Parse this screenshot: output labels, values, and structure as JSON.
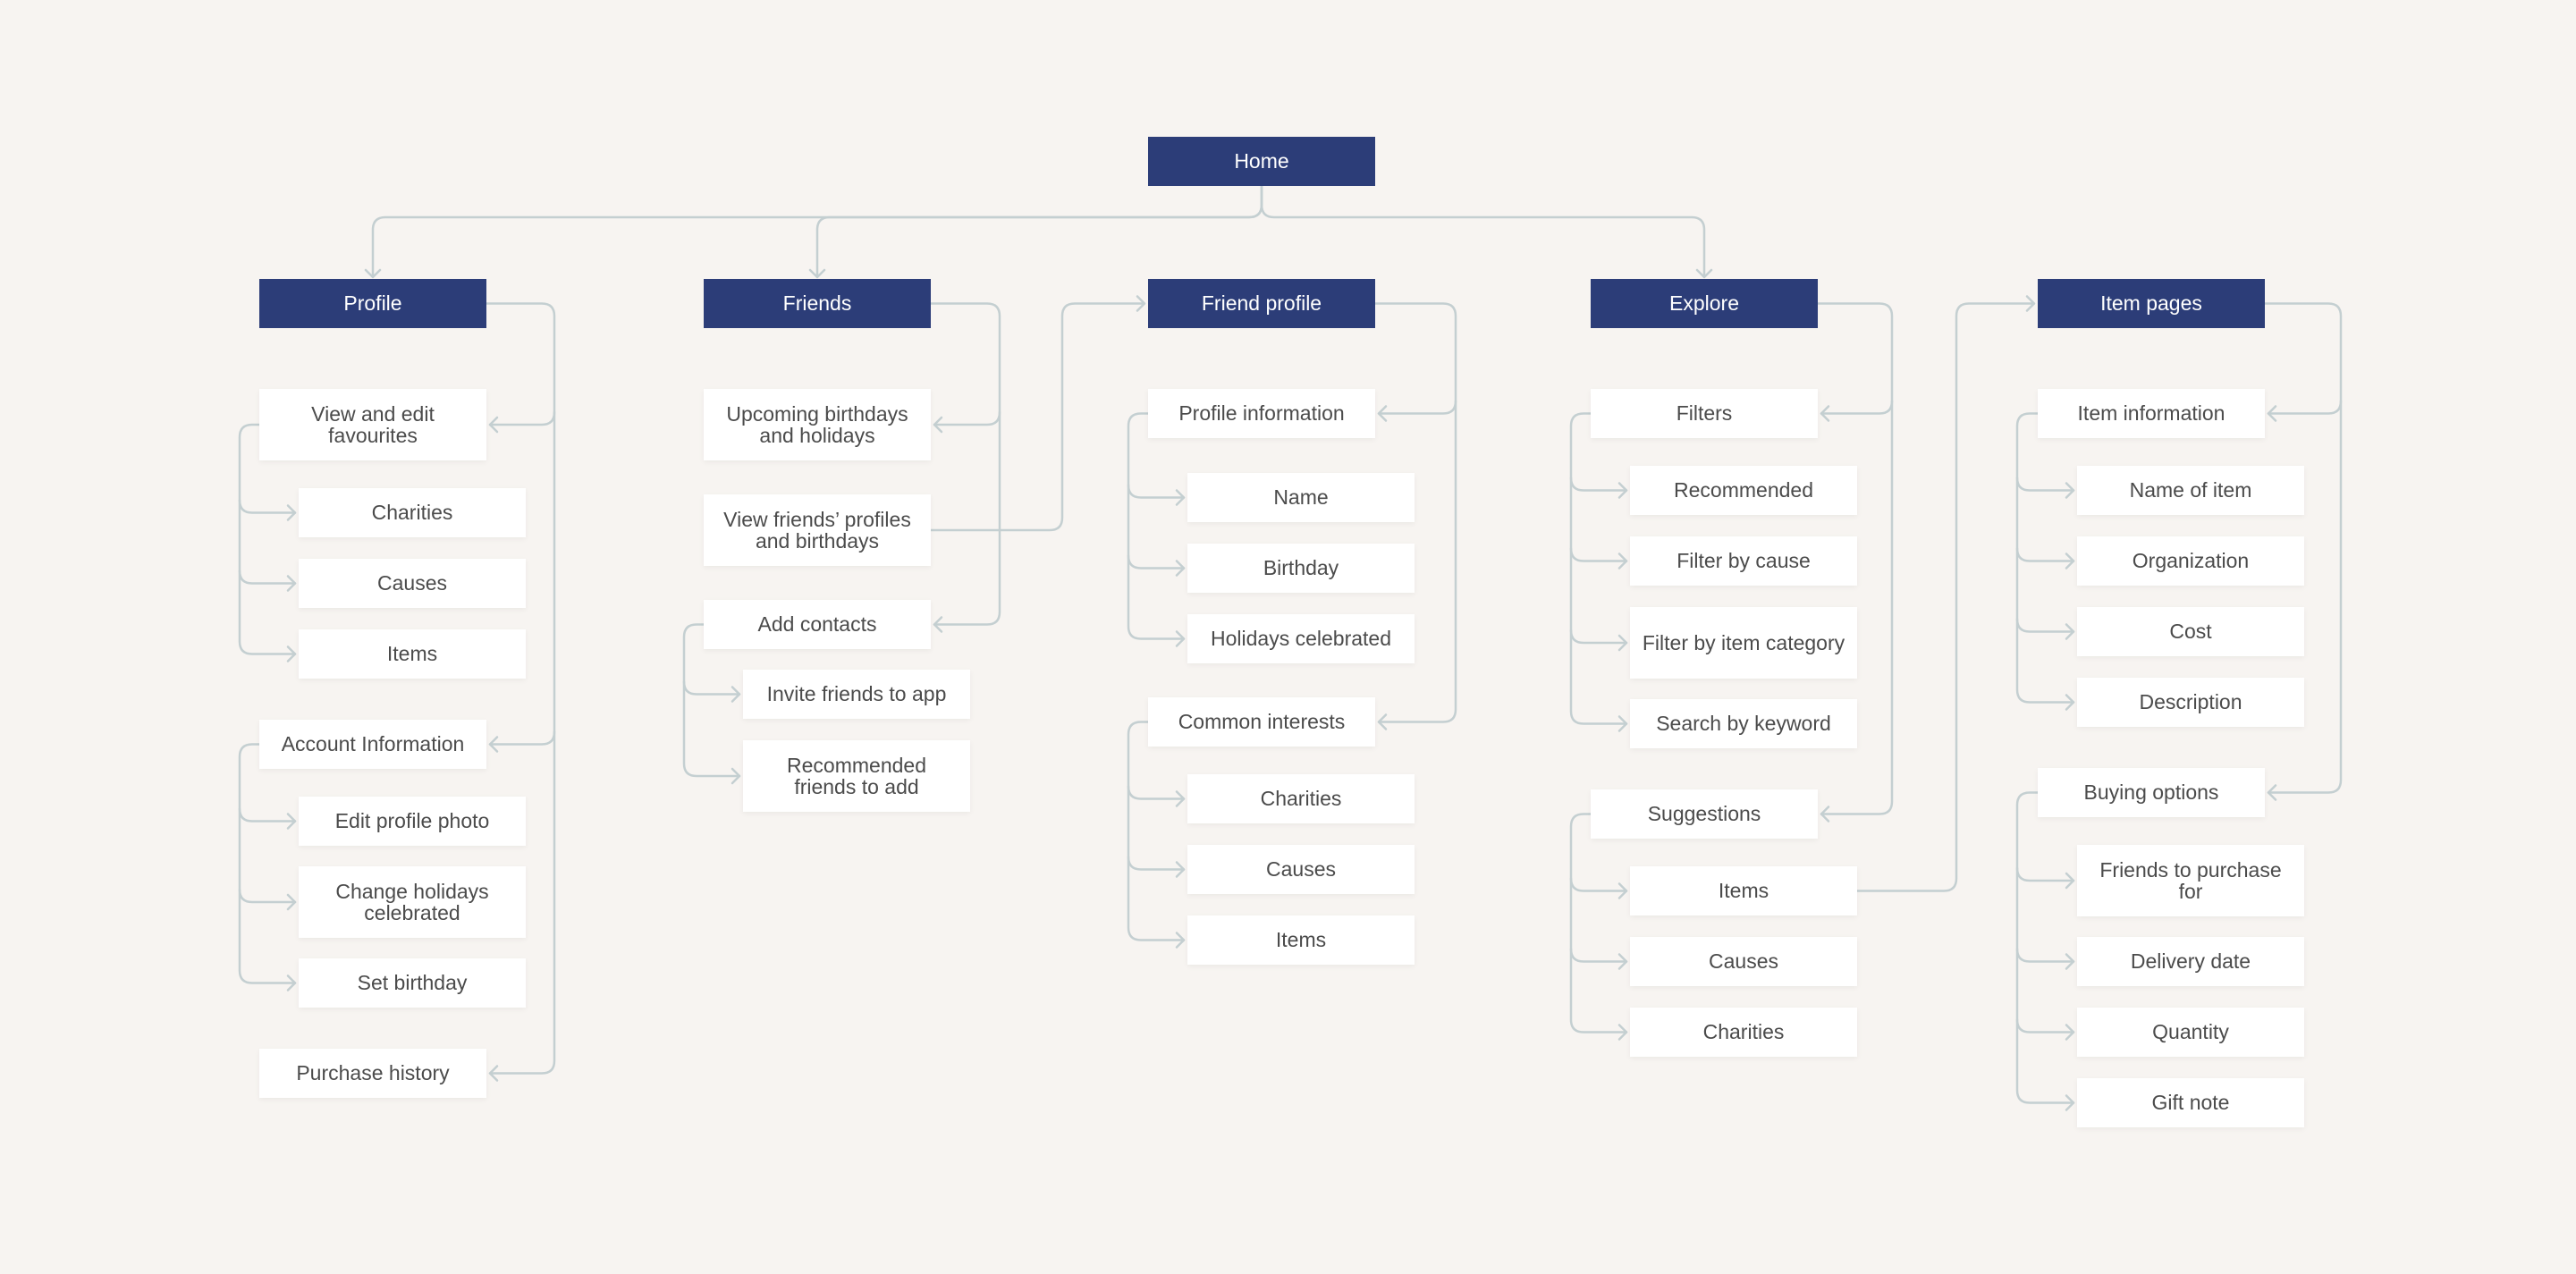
{
  "colors": {
    "background": "#f7f4f1",
    "primary_node": "#2c3d78",
    "primary_text": "#ffffff",
    "secondary_node": "#ffffff",
    "secondary_text": "#4b4b4b",
    "connector": "#c4cfd1"
  },
  "sitemap": {
    "home": "Home",
    "profile": {
      "title": "Profile",
      "view_edit_favourites": "View and edit favourites",
      "fav_charities": "Charities",
      "fav_causes": "Causes",
      "fav_items": "Items",
      "account_information": "Account Information",
      "edit_profile_photo": "Edit profile photo",
      "change_holidays": "Change holidays celebrated",
      "set_birthday": "Set birthday",
      "purchase_history": "Purchase history"
    },
    "friends": {
      "title": "Friends",
      "upcoming": "Upcoming birthdays and holidays",
      "view_profiles": "View friends’ profiles and birthdays",
      "add_contacts": "Add contacts",
      "invite": "Invite friends to app",
      "recommended": "Recommended friends to add"
    },
    "friend_profile": {
      "title": "Friend profile",
      "profile_information": "Profile information",
      "name": "Name",
      "birthday": "Birthday",
      "holidays": "Holidays celebrated",
      "common_interests": "Common interests",
      "ci_charities": "Charities",
      "ci_causes": "Causes",
      "ci_items": "Items"
    },
    "explore": {
      "title": "Explore",
      "filters": "Filters",
      "recommended": "Recommended",
      "filter_cause": "Filter by cause",
      "filter_category": "Filter by item category",
      "search_keyword": "Search by keyword",
      "suggestions": "Suggestions",
      "sug_items": "Items",
      "sug_causes": "Causes",
      "sug_charities": "Charities"
    },
    "item_pages": {
      "title": "Item pages",
      "item_information": "Item information",
      "name_of_item": "Name of item",
      "organization": "Organization",
      "cost": "Cost",
      "description": "Description",
      "buying_options": "Buying options",
      "friends_purchase": "Friends to purchase for",
      "delivery_date": "Delivery date",
      "quantity": "Quantity",
      "gift_note": "Gift note"
    }
  }
}
